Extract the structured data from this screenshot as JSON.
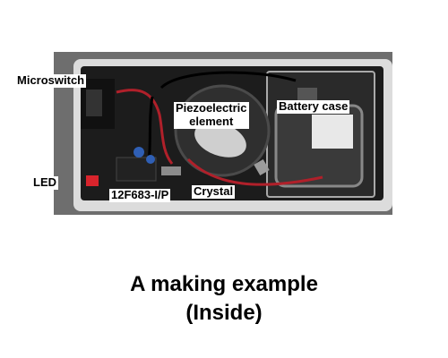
{
  "labels": {
    "microswitch": "Microswitch",
    "led": "LED",
    "chip": "12F683-I/P",
    "crystal": "Crystal",
    "piezo_line1": "Piezoelectric",
    "piezo_line2": "element",
    "battery": "Battery case"
  },
  "caption": {
    "line1": "A making example",
    "line2": "(Inside)"
  },
  "colors": {
    "background": "#ffffff",
    "casing": "#dcdcdc",
    "interior": "#1a1a1a",
    "wire_red": "#b0202a"
  }
}
